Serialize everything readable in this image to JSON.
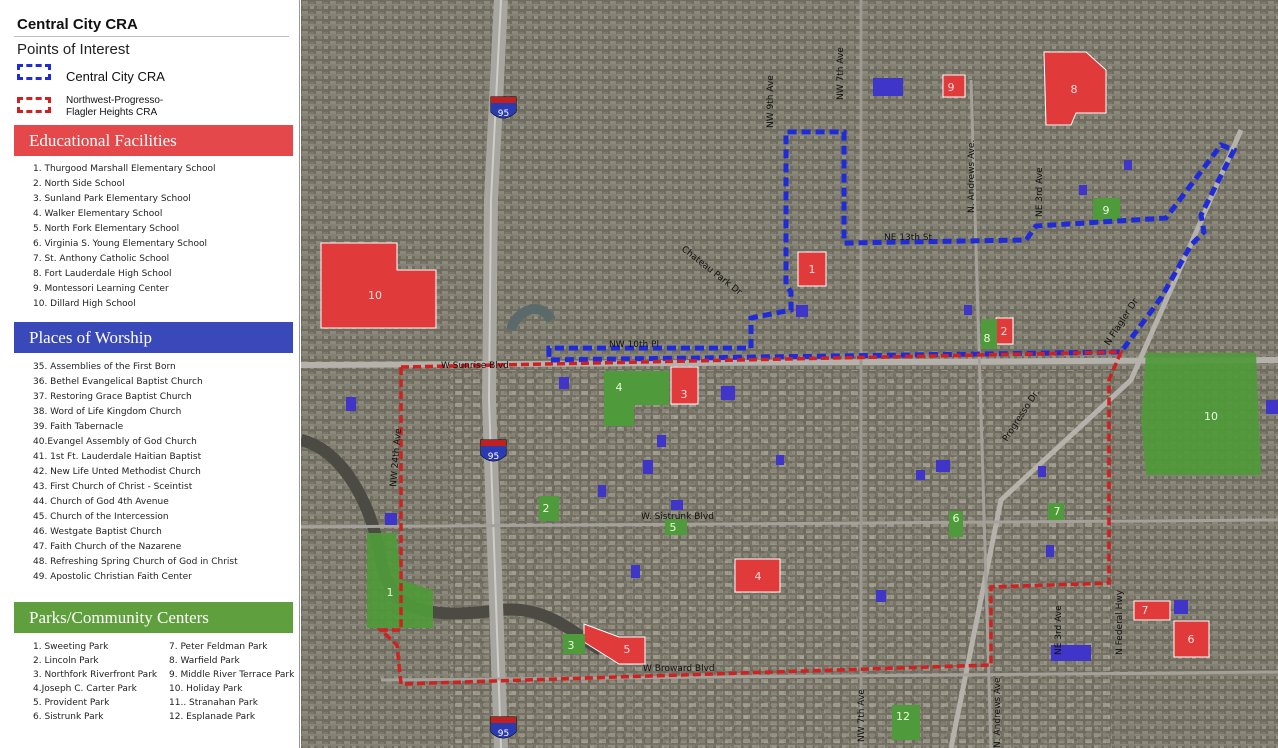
{
  "legend": {
    "title": "Central City CRA",
    "subtitle": "Points of Interest",
    "boundaries": [
      {
        "label": "Central City CRA",
        "color": "#1f2bd8"
      },
      {
        "label_line1": "Northwest-Progresso-",
        "label_line2": "Flagler Heights CRA",
        "color": "#d02020"
      }
    ],
    "educational": {
      "header": "Educational Facilities",
      "color": "#e4484b",
      "items": [
        "1. Thurgood Marshall Elementary School",
        "2. North Side School",
        "3. Sunland Park Elementary School",
        "4. Walker Elementary School",
        "5. North Fork Elementary School",
        "6. Virginia S. Young Elementary School",
        "7. St. Anthony Catholic School",
        "8. Fort Lauderdale High School",
        "9. Montessori Learning Center",
        "10. Dillard High School"
      ]
    },
    "worship": {
      "header": "Places of Worship",
      "color": "#3a49b9",
      "items": [
        "35. Assemblies of the First Born",
        "36. Bethel Evangelical Baptist Church",
        "37. Restoring Grace Baptist Church",
        "38. Word of Life Kingdom Church",
        "39. Faith Tabernacle",
        "40.Evangel Assembly of God Church",
        "41. 1st Ft. Lauderdale Haitian Baptist",
        "42. New Life Unted Methodist Church",
        "43. First Church of Christ - Sceintist",
        "44. Church of God 4th Avenue",
        "45. Church of the Intercession",
        "46. Westgate Baptist Church",
        "47. Faith Church of the Nazarene",
        "48. Refreshing Spring Church of God in Christ",
        "49. Apostolic Christian Faith Center"
      ]
    },
    "parks": {
      "header": "Parks/Community Centers",
      "color": "#5f9f3e",
      "items_left": [
        "1. Sweeting Park",
        "2. Lincoln Park",
        "3. Northfork Riverfront Park",
        "4.Joseph C. Carter Park",
        "5. Provident Park",
        "6. Sistrunk Park"
      ],
      "items_right": [
        "7. Peter Feldman Park",
        "8. Warfield Park",
        "9. Middle River Terrace Park",
        "10. Holiday Park",
        "11.. Stranahan Park",
        "12. Esplanade Park"
      ]
    }
  },
  "map": {
    "colors": {
      "school": "#e03a3a",
      "park": "#4f9a3a",
      "church": "#3f35c8",
      "base": "#6f6c60",
      "blue_boundary": "#1f2bd8",
      "red_boundary": "#d02020"
    },
    "roads": {
      "nw9th": "NW 9th Ave",
      "nw7th": "NW 7th Ave",
      "nandrews_north": "N. Andrews Ave.",
      "ne3rd_north": "NE 3rd Ave",
      "ne13th": "NE 13th St",
      "chateau": "Chateau Park Dr",
      "nw10thpl": "NW 10th Pl",
      "sunrise": "W Sunrise Blvd",
      "flagler": "N Flagler Dr",
      "progresso": "Progresso Dr.",
      "nw24th": "NW 24th Ave",
      "sistrunk": "W. Sistrunk Blvd",
      "broward": "W Broward Blvd",
      "ne3rd_south": "NE 3rd Ave",
      "federal": "N Federal Hwy",
      "nandrews_south": "N. Andrews Ave",
      "nw7th_south": "NW 7th Ave"
    },
    "interstate": "95",
    "school_labels": [
      "1",
      "2",
      "3",
      "4",
      "5",
      "6",
      "7",
      "8",
      "9",
      "10"
    ],
    "park_labels": [
      "1",
      "2",
      "3",
      "4",
      "5",
      "6",
      "7",
      "8",
      "9",
      "10",
      "12"
    ]
  }
}
